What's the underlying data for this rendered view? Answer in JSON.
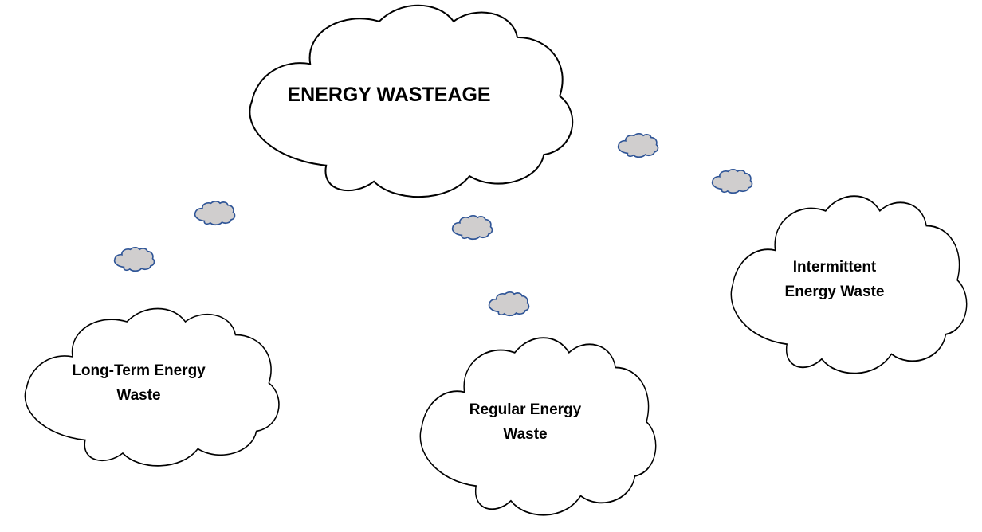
{
  "diagram": {
    "main": {
      "label": "ENERGY WASTEAGE"
    },
    "categories": [
      {
        "id": "long-term",
        "line1": "Long-Term Energy",
        "line2": "Waste"
      },
      {
        "id": "regular",
        "line1": "Regular Energy",
        "line2": "Waste"
      },
      {
        "id": "intermittent",
        "line1": "Intermittent",
        "line2": "Energy Waste"
      }
    ],
    "colors": {
      "cloud_fill": "#ffffff",
      "cloud_stroke": "#000000",
      "bubble_fill": "#d0cece",
      "bubble_stroke": "#2f5597"
    }
  }
}
